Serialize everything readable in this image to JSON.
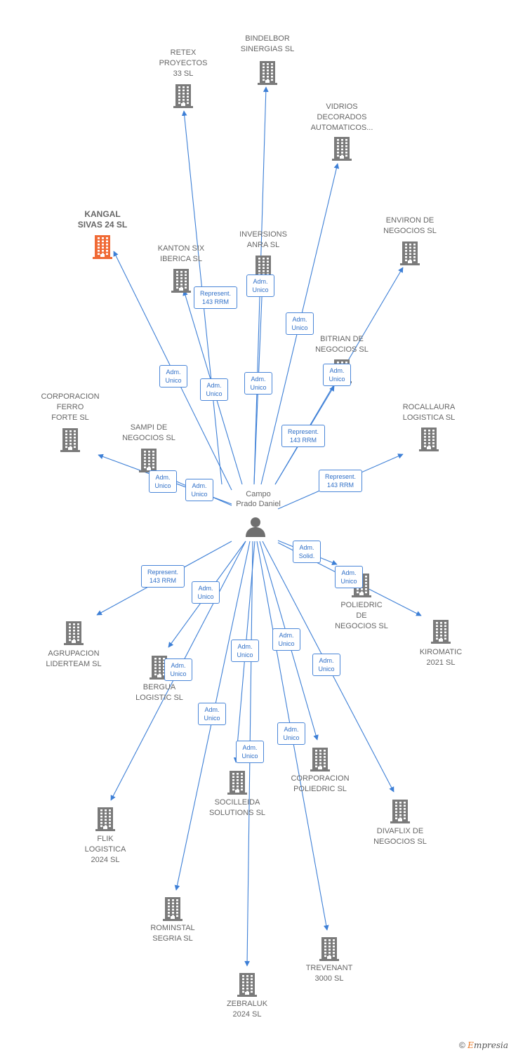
{
  "center": {
    "name": "Campo\nPrado Daniel"
  },
  "colors": {
    "edge": "#3d7fd6",
    "building": "#7a7a7a",
    "highlight": "#f06a35"
  },
  "companies": [
    {
      "id": "retex",
      "label": "RETEX\nPROYECTOS\n33  SL"
    },
    {
      "id": "bindelbor",
      "label": "BINDELBOR\nSINERGIAS  SL"
    },
    {
      "id": "vidrios",
      "label": "VIDRIOS\nDECORADOS\nAUTOMATICOS..."
    },
    {
      "id": "kangal",
      "label": "KANGAL\nSIVAS 24  SL",
      "highlight": true
    },
    {
      "id": "inversions",
      "label": "INVERSIONS\nANRA  SL"
    },
    {
      "id": "environ",
      "label": "ENVIRON DE\nNEGOCIOS  SL"
    },
    {
      "id": "kanton",
      "label": "KANTON SIX\nIBERICA  SL"
    },
    {
      "id": "bitrian",
      "label": "BITRIAN DE\nNEGOCIOS  SL"
    },
    {
      "id": "corporacion_ferro",
      "label": "CORPORACION\nFERRO\nFORTE  SL"
    },
    {
      "id": "rocallaura",
      "label": "ROCALLAURA\nLOGISTICA  SL"
    },
    {
      "id": "sampi",
      "label": "SAMPI DE\nNEGOCIOS  SL"
    },
    {
      "id": "poliedric",
      "label": "POLIEDRIC\nDE\nNEGOCIOS SL"
    },
    {
      "id": "agrupacion",
      "label": "AGRUPACION\nLIDERTEAM  SL"
    },
    {
      "id": "kiromatic",
      "label": "KIROMATIC\n2021  SL"
    },
    {
      "id": "bergua",
      "label": "BERGUA\nLOGISTIC  SL"
    },
    {
      "id": "corporacion_poliedric",
      "label": "CORPORACION\nPOLIEDRIC SL"
    },
    {
      "id": "socilleida",
      "label": "SOCILLEIDA\nSOLUTIONS SL"
    },
    {
      "id": "divaflix",
      "label": "DIVAFLIX DE\nNEGOCIOS  SL"
    },
    {
      "id": "flik",
      "label": "FLIK\nLOGISTICA\n2024  SL"
    },
    {
      "id": "rominstal",
      "label": "ROMINSTAL\nSEGRIA  SL"
    },
    {
      "id": "trevenant",
      "label": "TREVENANT\n3000  SL"
    },
    {
      "id": "zebraluk",
      "label": "ZEBRALUK\n2024  SL"
    }
  ],
  "edge_labels": [
    {
      "id": "e_kanton",
      "text": "Represent.\n143 RRM"
    },
    {
      "id": "e_inversions",
      "text": "Adm.\nUnico"
    },
    {
      "id": "e_vidrios",
      "text": "Adm.\nUnico"
    },
    {
      "id": "e_kangal",
      "text": "Adm.\nUnico"
    },
    {
      "id": "e_retex",
      "text": "Adm.\nUnico"
    },
    {
      "id": "e_bindelbor",
      "text": "Adm.\nUnico"
    },
    {
      "id": "e_bitrian",
      "text": "Adm.\nUnico"
    },
    {
      "id": "e_environ",
      "text": "Represent.\n143 RRM"
    },
    {
      "id": "e_rocallaura",
      "text": "Represent.\n143 RRM"
    },
    {
      "id": "e_corporacion_ferro",
      "text": "Adm.\nUnico"
    },
    {
      "id": "e_sampi",
      "text": "Adm.\nUnico"
    },
    {
      "id": "e_poliedric_solid",
      "text": "Adm.\nSolid."
    },
    {
      "id": "e_poliedric",
      "text": "Adm.\nUnico"
    },
    {
      "id": "e_agrupacion",
      "text": "Represent.\n143 RRM"
    },
    {
      "id": "e_bergua",
      "text": "Adm.\nUnico"
    },
    {
      "id": "e_flik",
      "text": "Adm.\nUnico"
    },
    {
      "id": "e_socilleida",
      "text": "Adm.\nUnico"
    },
    {
      "id": "e_corporacion_poliedric",
      "text": "Adm.\nUnico"
    },
    {
      "id": "e_divaflix",
      "text": "Adm.\nUnico"
    },
    {
      "id": "e_rominstal",
      "text": "Adm.\nUnico"
    },
    {
      "id": "e_zebraluk",
      "text": "Adm.\nUnico"
    },
    {
      "id": "e_trevenant",
      "text": "Adm.\nUnico"
    }
  ],
  "brand": {
    "copyright": "©",
    "first_letter": "E",
    "rest": "mpresia"
  }
}
